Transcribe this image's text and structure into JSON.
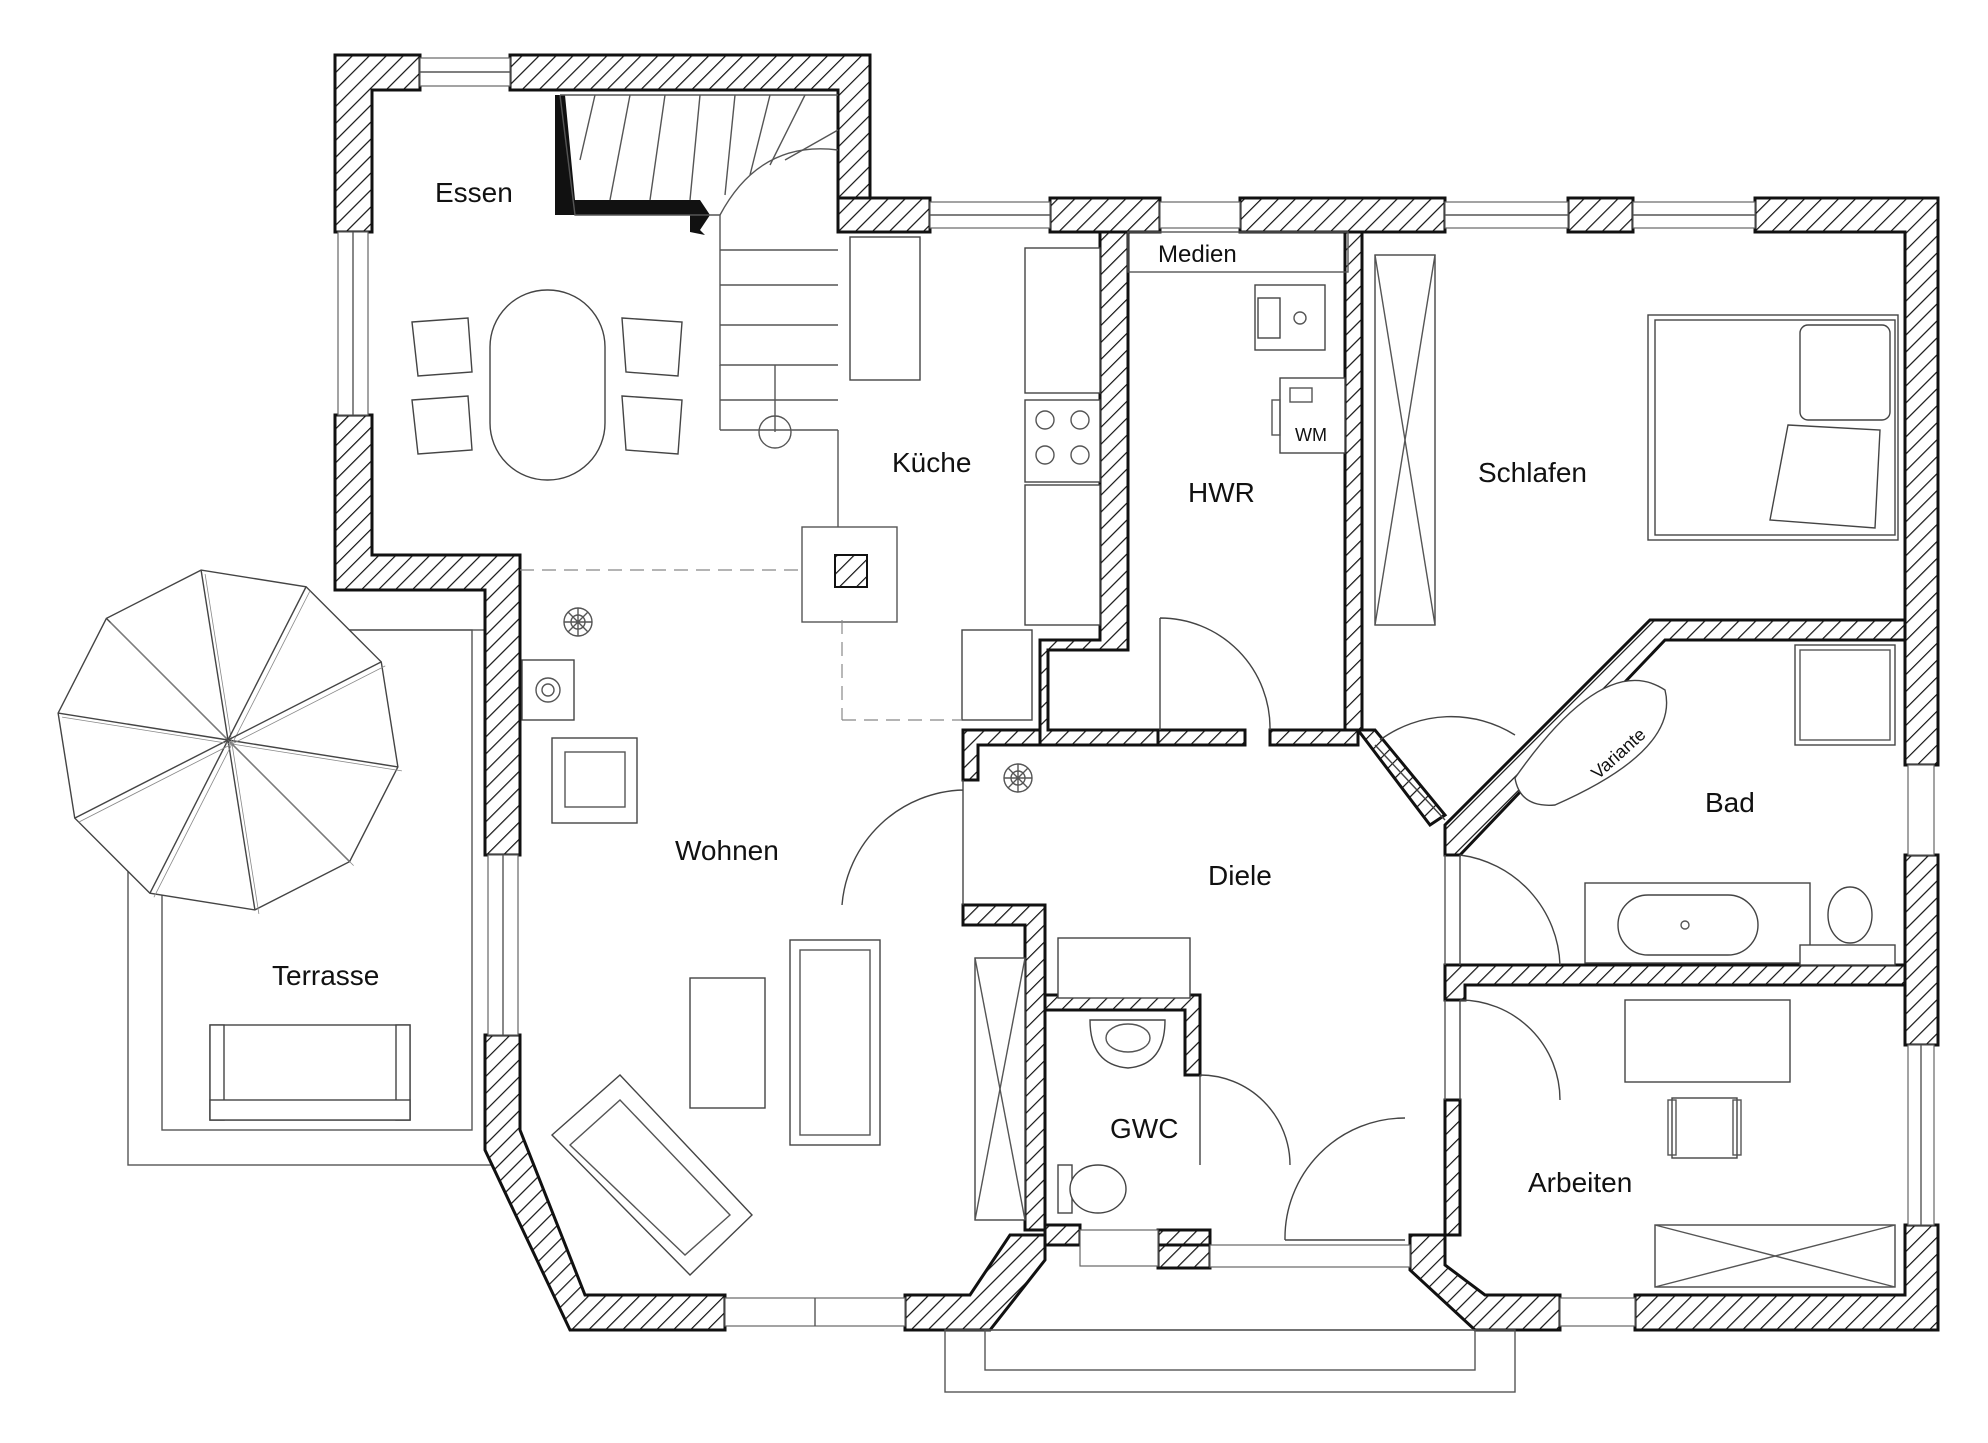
{
  "rooms": {
    "essen": "Essen",
    "kueche": "Küche",
    "medien": "Medien",
    "hwr": "HWR",
    "wm": "WM",
    "schlafen": "Schlafen",
    "bad": "Bad",
    "variante": "Variante",
    "wohnen": "Wohnen",
    "diele": "Diele",
    "terrasse": "Terrasse",
    "gwc": "GWC",
    "arbeiten": "Arbeiten"
  },
  "colors": {
    "wall_stroke": "#111111",
    "hatch": "#111111",
    "background": "#ffffff"
  }
}
